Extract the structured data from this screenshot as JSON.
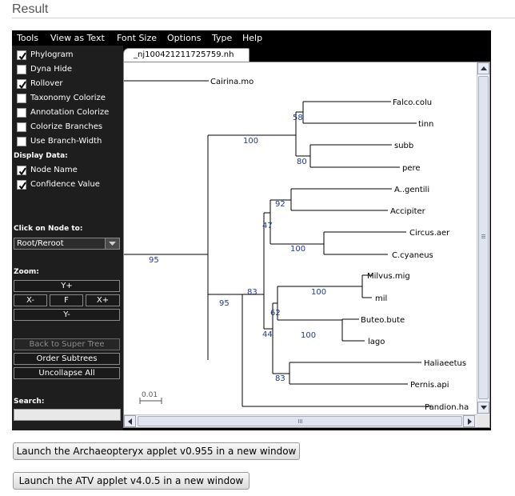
{
  "page": {
    "title": "Result"
  },
  "menu": [
    "Tools",
    "View as Text",
    "Font Size",
    "Options",
    "Type",
    "Help"
  ],
  "sidebar": {
    "options": [
      {
        "label": "Phylogram",
        "checked": true
      },
      {
        "label": "Dyna Hide",
        "checked": false
      },
      {
        "label": "Rollover",
        "checked": true
      },
      {
        "label": "Taxonomy Colorize",
        "checked": false
      },
      {
        "label": "Annotation Colorize",
        "checked": false
      },
      {
        "label": "Colorize Branches",
        "checked": false
      },
      {
        "label": "Use Branch-Width",
        "checked": false
      }
    ],
    "display_data_heading": "Display Data:",
    "display_data": [
      {
        "label": "Node Name",
        "checked": true
      },
      {
        "label": "Confidence Value",
        "checked": true
      }
    ],
    "click_on_node_heading": "Click on Node to:",
    "click_on_node_value": "Root/Reroot",
    "zoom_heading": "Zoom:",
    "zoom": {
      "y_plus": "Y+",
      "x_minus": "X-",
      "fit": "F",
      "x_plus": "X+",
      "y_minus": "Y-"
    },
    "buttons": {
      "back_to_super_tree": "Back to Super Tree",
      "order_subtrees": "Order Subtrees",
      "uncollapse_all": "Uncollapse All"
    },
    "search_heading": "Search:",
    "search_value": ""
  },
  "tab": {
    "label": "_nj100421211725759.nh"
  },
  "tree": {
    "leaves": [
      "Cairina.mo",
      "Falco.colu",
      "tinn",
      "subb",
      "pere",
      "A..gentili",
      "Accipiter",
      "Circus.aer",
      "C.cyaneus",
      "Milvus.mig",
      "mil",
      "Buteo.bute",
      "lago",
      "Haliaeetus",
      "Pernis.api",
      "Pandion.ha"
    ],
    "confidence": [
      "95",
      "100",
      "58",
      "80",
      "95",
      "47",
      "92",
      "100",
      "83",
      "62",
      "100",
      "44",
      "100",
      "83"
    ],
    "scale_label": "0.01",
    "branch_color": "#000000",
    "confidence_color": "#1f3a93"
  },
  "launchers": {
    "archaeopteryx": "Launch the Archaeopteryx applet v0.955 in a new window",
    "atv": "Launch the ATV applet v4.0.5 in a new window"
  }
}
